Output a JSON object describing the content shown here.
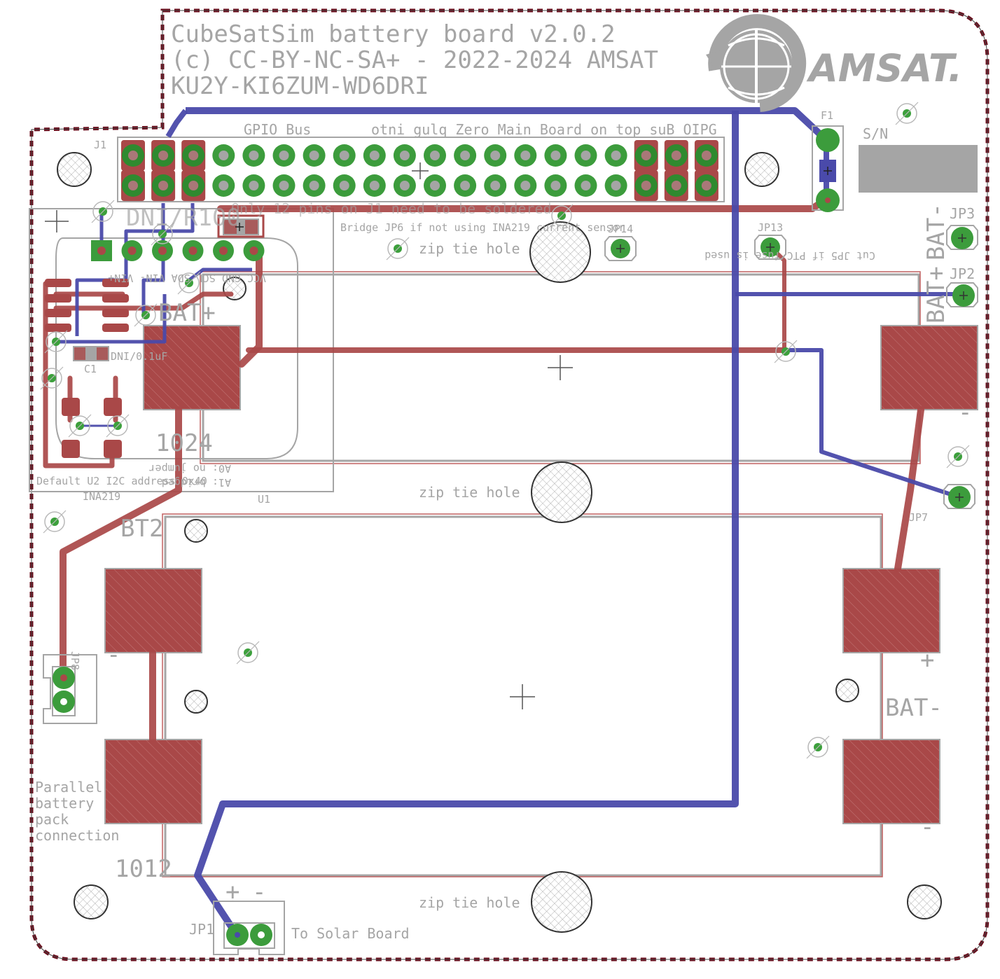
{
  "board": {
    "title": "CubeSatSim battery board v2.0.2",
    "license": "(c) CC-BY-NC-SA+ - 2022-2024 AMSAT",
    "callsigns": "KU2Y-KI6ZUM-WD6DRI",
    "logo_text": "AMSAT.",
    "colors": {
      "outline": "#6b0f1e",
      "top_copper": "#a94848",
      "bottom_copper": "#4a4aaa",
      "pad": "#3c9c3c",
      "silkscreen": "#a5a5a5",
      "pad_red": "#a94848"
    }
  },
  "labels": {
    "gpio_bus": "GPIO Bus",
    "plug_into": "otni gulq Zero Main Board on top suB OIPG",
    "pins_note": "Only 12 pins on J1 need to be soldered",
    "bridge_note": "Bridge JP6 if not using INA219 current sensor",
    "zip_tie_1": "zip tie hole",
    "zip_tie_2": "zip tie hole",
    "zip_tie_3": "zip tie hole",
    "sn": "S/N",
    "f1": "F1",
    "cut_note": "Cut JP5 if PTC fuse is used",
    "jp14": "JP14",
    "jp13": "JP13",
    "jp3": "JP3",
    "jp2": "JP2",
    "jp7": "JP7",
    "jp1": "JP1",
    "jp8": "JP8",
    "j1": "J1",
    "bat_minus_top": "BAT-",
    "bat_plus_right": "BAT+",
    "bat_plus_left": "BAT+",
    "bat_minus_right": "BAT-",
    "dni_r": "DNI/R100",
    "dni_c": "DNI/0.1uF",
    "c1": "C1",
    "ina_pins": "VCC GND SCL SDA VIN- VIN+",
    "default_addr": "Default U2 I2C address 0x40",
    "a0": "A0: no jumper",
    "a1": "A1: bridged",
    "ina219": "INA219",
    "u1": "U1",
    "bt1_size": "1024",
    "bt2": "BT2",
    "bt2_size": "1012",
    "parallel": [
      "Parallel",
      "battery",
      "pack",
      "connection"
    ],
    "to_solar": "To Solar Board",
    "plus": "+",
    "minus": "-"
  }
}
